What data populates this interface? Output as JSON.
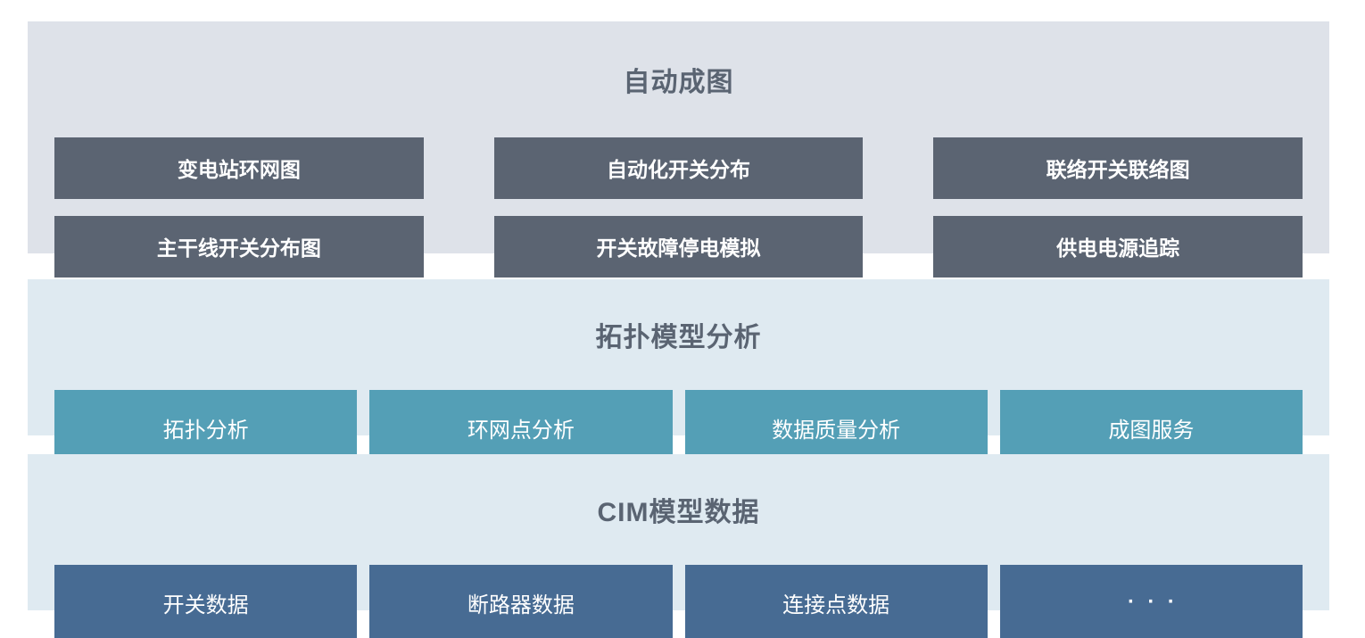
{
  "page": {
    "background_color": "#ffffff",
    "title_color": "#5a6472"
  },
  "sections": [
    {
      "title": "自动成图",
      "panel_color": "#dee2e9",
      "button_color": "#5b6472",
      "button_text_color": "#ffffff",
      "buttons": [
        "变电站环网图",
        "自动化开关分布",
        "联络开关联络图",
        "主干线开关分布图",
        "开关故障停电模拟",
        "供电电源追踪"
      ]
    },
    {
      "title": "拓扑模型分析",
      "panel_color": "#dfeaf1",
      "button_color": "#549fb6",
      "button_text_color": "#ffffff",
      "buttons": [
        "拓扑分析",
        "环网点分析",
        "数据质量分析",
        "成图服务"
      ]
    },
    {
      "title": "CIM模型数据",
      "panel_color": "#dfeaf1",
      "button_color": "#476b93",
      "button_text_color": "#ffffff",
      "buttons": [
        "开关数据",
        "断路器数据",
        "连接点数据",
        "···"
      ]
    }
  ]
}
